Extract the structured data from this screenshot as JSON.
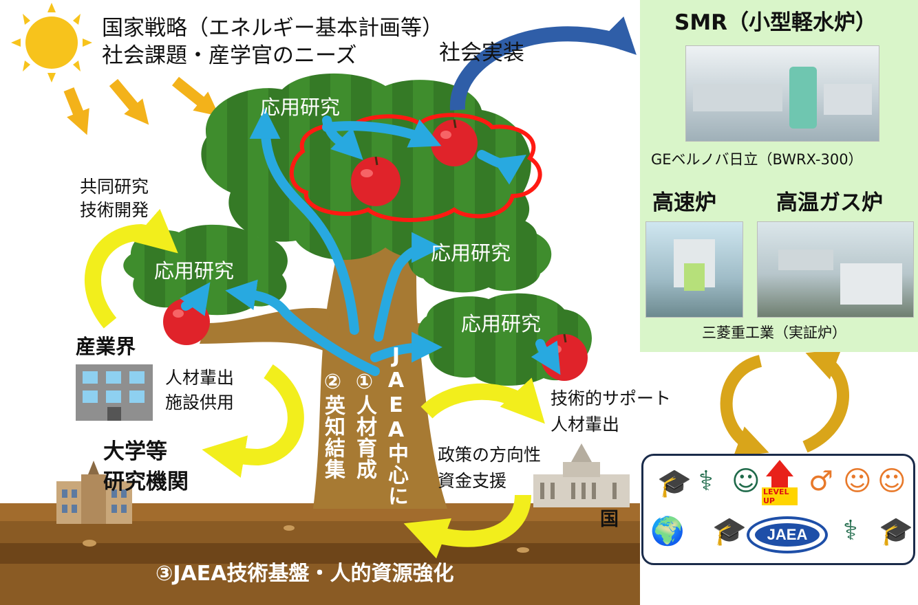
{
  "header": {
    "line1": "国家戦略（エネルギー基本計画等）",
    "line2": "社会課題・産学官のニーズ"
  },
  "social_impl": "社会実装",
  "tree": {
    "crown_top": "応用研究",
    "crown_left": "応用研究",
    "crown_right1": "応用研究",
    "crown_right2": "応用研究"
  },
  "left": {
    "joint_research_1": "共同研究",
    "joint_research_2": "技術開発",
    "industry": "産業界",
    "talent_1": "人材輩出",
    "talent_2": "施設供用",
    "univ_1": "大学等",
    "univ_2": "研究機関"
  },
  "trunk": {
    "col_knowledge": "②英知結集",
    "col_hr": "①人材育成",
    "col_jaea": "JAEA中心に"
  },
  "gov": {
    "support_1": "技術的サポート",
    "support_2": "人材輩出",
    "policy_1": "政策の方向性",
    "policy_2": "資金支援",
    "label": "国"
  },
  "ground_label": "③JAEA技術基盤・人的資源強化",
  "right": {
    "smr_title": "SMR（小型軽水炉）",
    "smr_caption": "GEベルノバ日立（BWRX-300）",
    "fast_title": "高速炉",
    "htgr_title": "高温ガス炉",
    "mhi_caption": "三菱重工業（実証炉）"
  },
  "jaea_logo": "JAEA",
  "levelup": "LEVEL UP",
  "colors": {
    "crown": "#3d8a2c",
    "trunk": "#a77a33",
    "soil": "#8a5b24",
    "blue_arrow": "#28a9e0",
    "yellow_arrow": "#f2ee1c",
    "orange_arrow": "#d9a51a",
    "apple": "#e0232a",
    "panel": "#d9f5c9"
  }
}
